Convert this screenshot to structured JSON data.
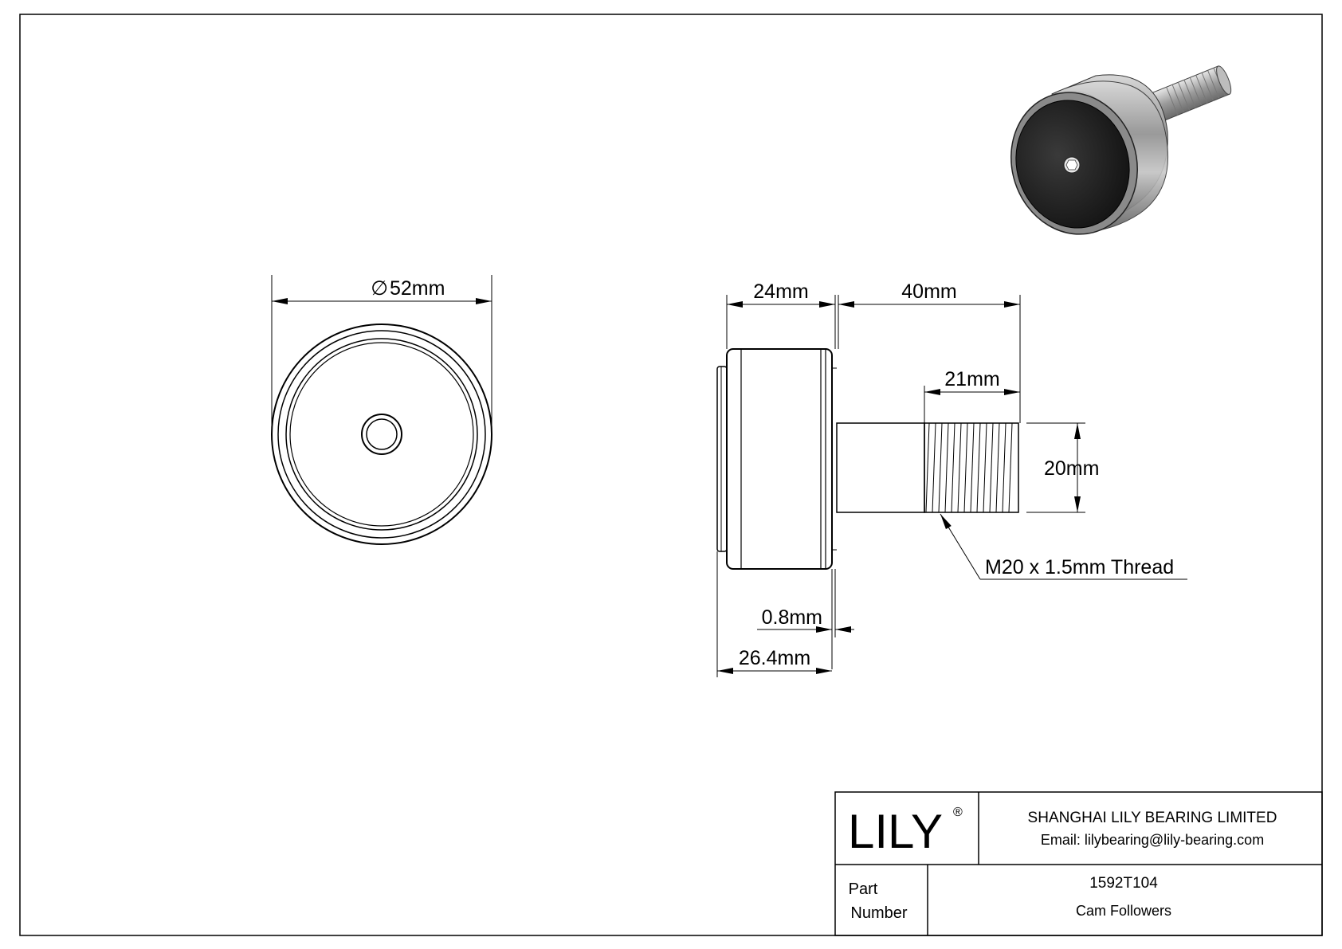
{
  "front_view": {
    "diameter_label": "52mm",
    "diameter_symbol": "∅"
  },
  "side_view": {
    "width_label": "24mm",
    "stud_length_label": "40mm",
    "thread_length_label": "21mm",
    "stud_diameter_label": "20mm",
    "thread_label": "M20 x 1.5mm Thread",
    "flange_label": "0.8mm",
    "overall_width_label": "26.4mm"
  },
  "title_block": {
    "logo_text": "LILY",
    "logo_mark": "®",
    "company_name": "SHANGHAI LILY BEARING LIMITED",
    "email": "Email: lilybearing@lily-bearing.com",
    "part_label_line1": "Part",
    "part_label_line2": "Number",
    "part_number": "1592T104",
    "part_description": "Cam Followers"
  },
  "colors": {
    "line": "#000000",
    "background": "#ffffff",
    "render_dark": "#1c1c1c",
    "render_metal": "#a8a8a8"
  }
}
